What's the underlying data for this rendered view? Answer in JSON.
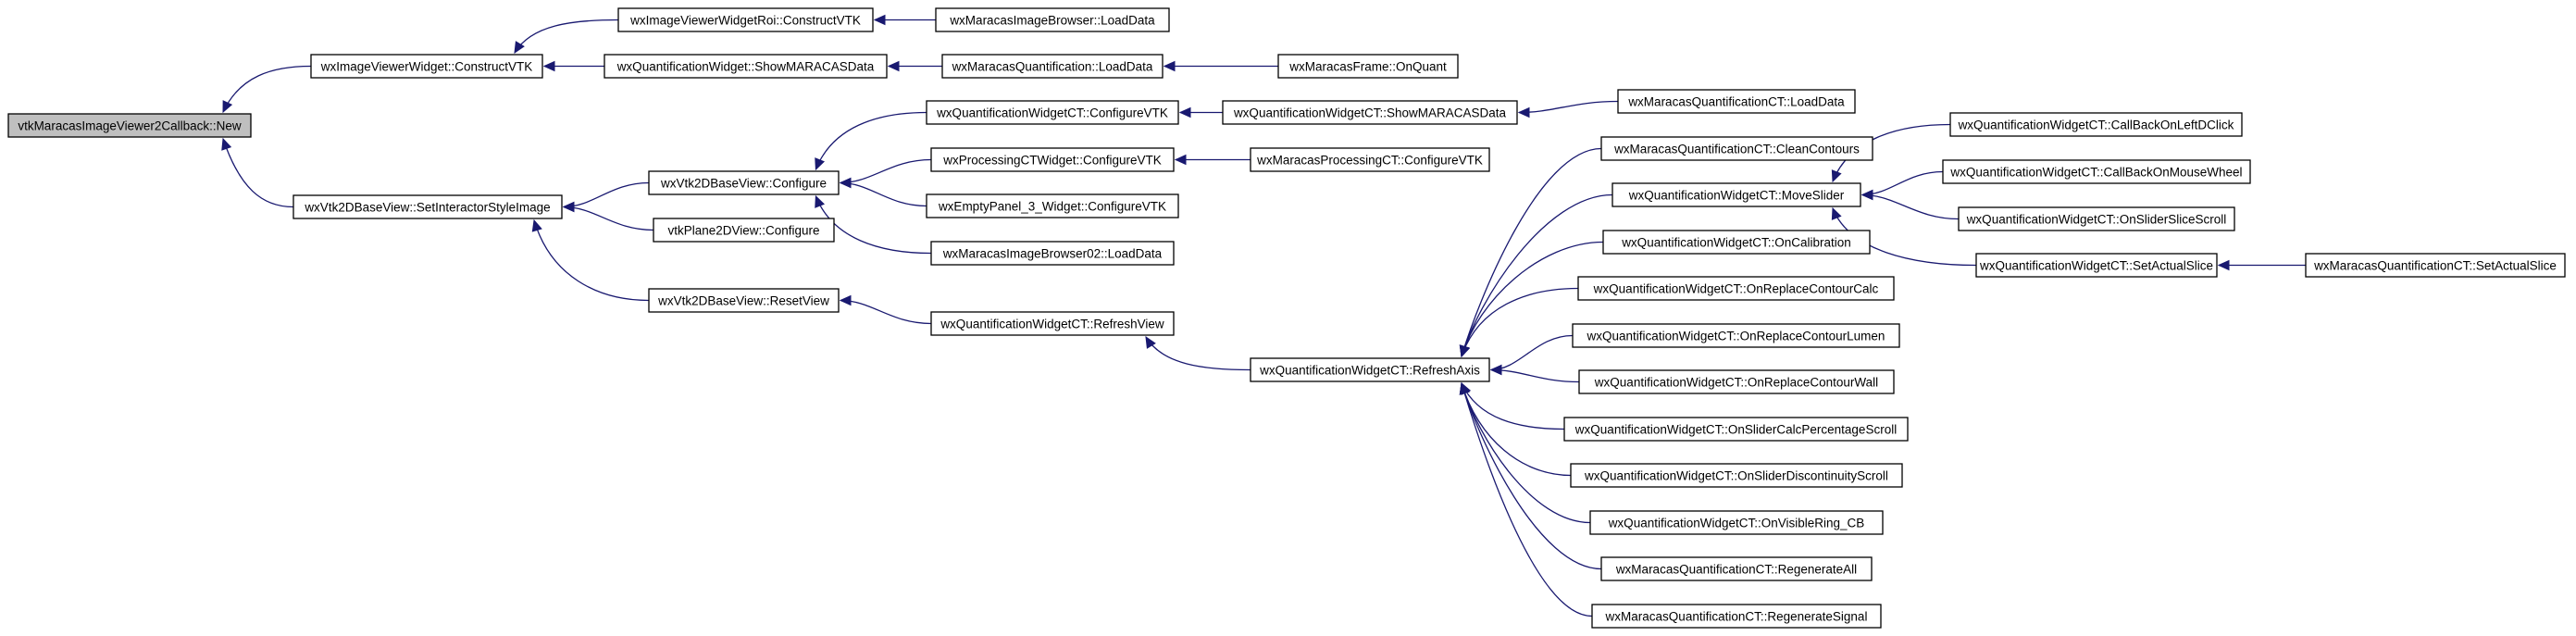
{
  "diagram": {
    "type": "caller-graph",
    "root": "n0",
    "colors": {
      "edge": "#191970",
      "root_fill": "#bfbfbf",
      "node_fill": "#ffffff",
      "node_border": "#000000"
    },
    "nodes": [
      {
        "id": "n0",
        "label": "vtkMaracasImageViewer2Callback::New"
      },
      {
        "id": "n1",
        "label": "wxImageViewerWidget::ConstructVTK"
      },
      {
        "id": "n2",
        "label": "wxVtk2DBaseView::SetInteractorStyleImage"
      },
      {
        "id": "n3",
        "label": "wxImageViewerWidgetRoi::ConstructVTK"
      },
      {
        "id": "n4",
        "label": "wxQuantificationWidget::ShowMARACASData"
      },
      {
        "id": "n5",
        "label": "wxMaracasImageBrowser::LoadData"
      },
      {
        "id": "n6",
        "label": "wxMaracasQuantification::LoadData"
      },
      {
        "id": "n7",
        "label": "wxMaracasFrame::OnQuant"
      },
      {
        "id": "n8",
        "label": "wxVtk2DBaseView::Configure"
      },
      {
        "id": "n9",
        "label": "vtkPlane2DView::Configure"
      },
      {
        "id": "n10",
        "label": "wxVtk2DBaseView::ResetView"
      },
      {
        "id": "n11",
        "label": "wxQuantificationWidgetCT::ConfigureVTK"
      },
      {
        "id": "n12",
        "label": "wxProcessingCTWidget::ConfigureVTK"
      },
      {
        "id": "n13",
        "label": "wxEmptyPanel_3_Widget::ConfigureVTK"
      },
      {
        "id": "n14",
        "label": "wxMaracasImageBrowser02::LoadData"
      },
      {
        "id": "n15",
        "label": "wxQuantificationWidgetCT::ShowMARACASData"
      },
      {
        "id": "n16",
        "label": "wxMaracasQuantificationCT::LoadData"
      },
      {
        "id": "n17",
        "label": "wxMaracasProcessingCT::ConfigureVTK"
      },
      {
        "id": "n18",
        "label": "wxQuantificationWidgetCT::RefreshView"
      },
      {
        "id": "n19",
        "label": "wxQuantificationWidgetCT::RefreshAxis"
      },
      {
        "id": "n20",
        "label": "wxMaracasQuantificationCT::CleanContours"
      },
      {
        "id": "n21",
        "label": "wxQuantificationWidgetCT::MoveSlider"
      },
      {
        "id": "n22",
        "label": "wxQuantificationWidgetCT::OnCalibration"
      },
      {
        "id": "n23",
        "label": "wxQuantificationWidgetCT::OnReplaceContourCalc"
      },
      {
        "id": "n24",
        "label": "wxQuantificationWidgetCT::OnReplaceContourLumen"
      },
      {
        "id": "n25",
        "label": "wxQuantificationWidgetCT::OnReplaceContourWall"
      },
      {
        "id": "n26",
        "label": "wxQuantificationWidgetCT::OnSliderCalcPercentageScroll"
      },
      {
        "id": "n27",
        "label": "wxQuantificationWidgetCT::OnSliderDiscontinuityScroll"
      },
      {
        "id": "n28",
        "label": "wxQuantificationWidgetCT::OnVisibleRing_CB"
      },
      {
        "id": "n29",
        "label": "wxMaracasQuantificationCT::RegenerateAll"
      },
      {
        "id": "n30",
        "label": "wxMaracasQuantificationCT::RegenerateSignal"
      },
      {
        "id": "n31",
        "label": "wxQuantificationWidgetCT::CallBackOnLeftDClick"
      },
      {
        "id": "n32",
        "label": "wxQuantificationWidgetCT::CallBackOnMouseWheel"
      },
      {
        "id": "n33",
        "label": "wxQuantificationWidgetCT::OnSliderSliceScroll"
      },
      {
        "id": "n34",
        "label": "wxQuantificationWidgetCT::SetActualSlice"
      },
      {
        "id": "n35",
        "label": "wxMaracasQuantificationCT::SetActualSlice"
      }
    ],
    "edges": [
      {
        "from": "n1",
        "to": "n0"
      },
      {
        "from": "n2",
        "to": "n0"
      },
      {
        "from": "n3",
        "to": "n1"
      },
      {
        "from": "n4",
        "to": "n1"
      },
      {
        "from": "n5",
        "to": "n3"
      },
      {
        "from": "n6",
        "to": "n4"
      },
      {
        "from": "n7",
        "to": "n6"
      },
      {
        "from": "n8",
        "to": "n2"
      },
      {
        "from": "n9",
        "to": "n2"
      },
      {
        "from": "n10",
        "to": "n2"
      },
      {
        "from": "n11",
        "to": "n8"
      },
      {
        "from": "n12",
        "to": "n8"
      },
      {
        "from": "n13",
        "to": "n8"
      },
      {
        "from": "n14",
        "to": "n8"
      },
      {
        "from": "n15",
        "to": "n11"
      },
      {
        "from": "n16",
        "to": "n15"
      },
      {
        "from": "n17",
        "to": "n12"
      },
      {
        "from": "n18",
        "to": "n10"
      },
      {
        "from": "n19",
        "to": "n18"
      },
      {
        "from": "n20",
        "to": "n19"
      },
      {
        "from": "n21",
        "to": "n19"
      },
      {
        "from": "n22",
        "to": "n19"
      },
      {
        "from": "n23",
        "to": "n19"
      },
      {
        "from": "n24",
        "to": "n19"
      },
      {
        "from": "n25",
        "to": "n19"
      },
      {
        "from": "n26",
        "to": "n19"
      },
      {
        "from": "n27",
        "to": "n19"
      },
      {
        "from": "n28",
        "to": "n19"
      },
      {
        "from": "n29",
        "to": "n19"
      },
      {
        "from": "n30",
        "to": "n19"
      },
      {
        "from": "n31",
        "to": "n21"
      },
      {
        "from": "n32",
        "to": "n21"
      },
      {
        "from": "n33",
        "to": "n21"
      },
      {
        "from": "n34",
        "to": "n21"
      },
      {
        "from": "n35",
        "to": "n34"
      }
    ]
  }
}
